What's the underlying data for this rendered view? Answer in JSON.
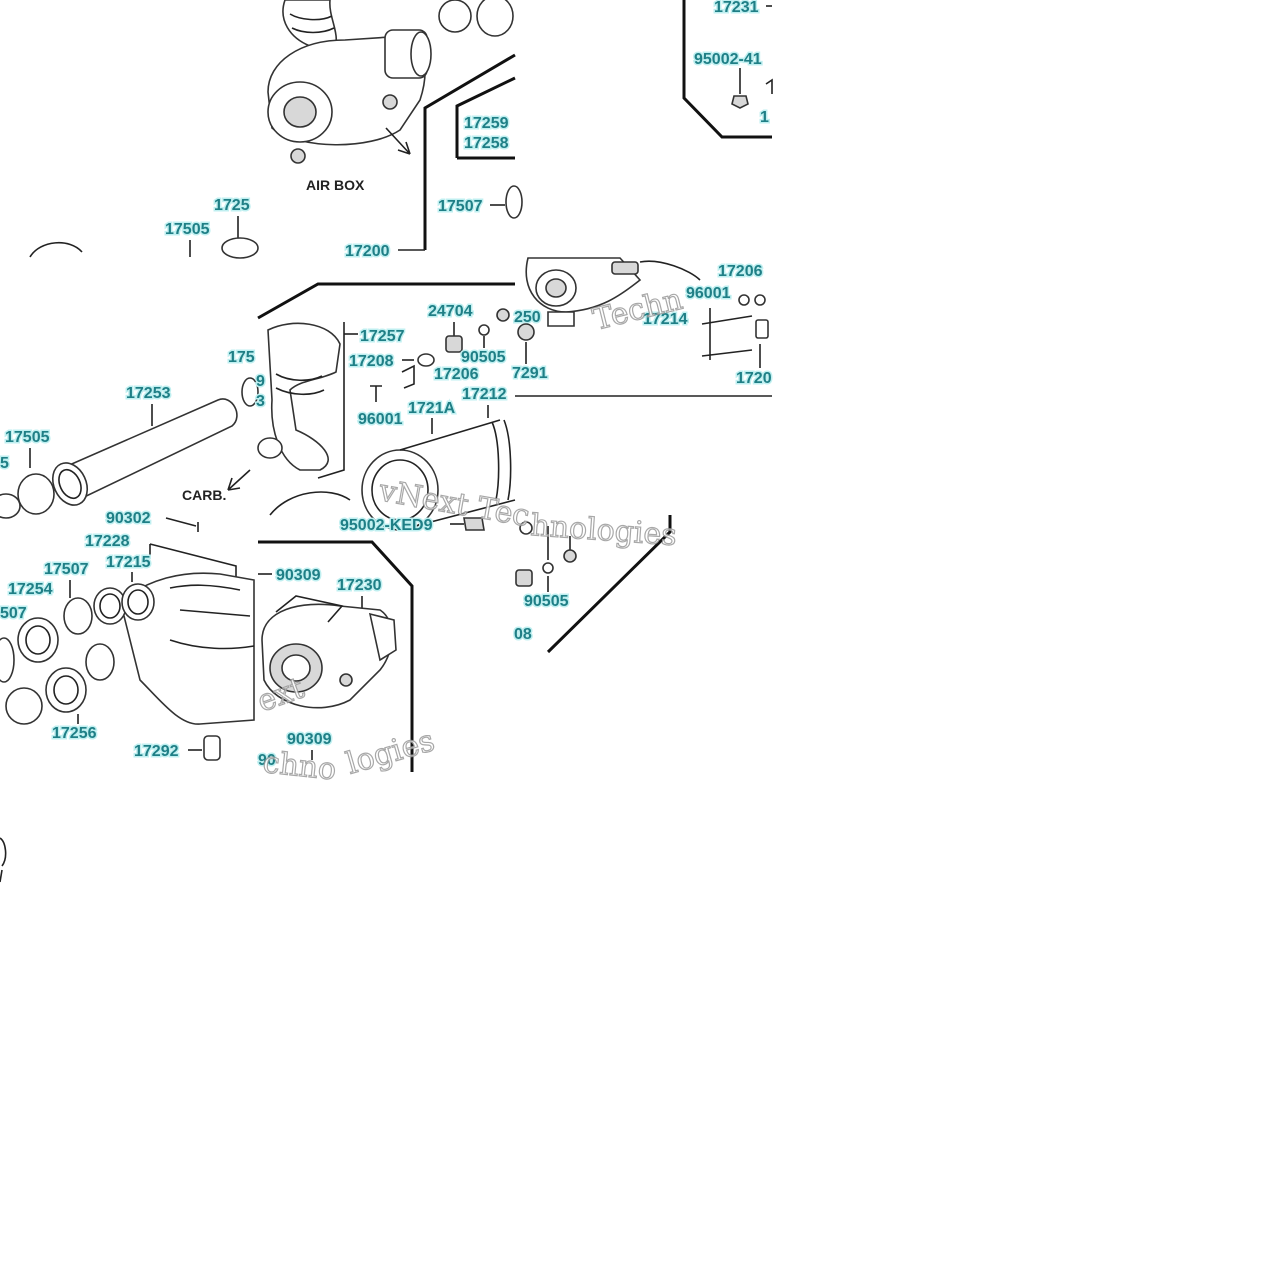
{
  "colors": {
    "label": "#1f7f86",
    "label_halo": "#bfeff0",
    "line": "#222222"
  },
  "captions": {
    "air_box": "AIR BOX",
    "carb": "CARB."
  },
  "watermark": {
    "w1": "vNext Tec",
    "w2": "Techn",
    "w3": "hnologies",
    "w4": "ext",
    "w5": "logies",
    "w6": "chno"
  },
  "labels": {
    "t0": "17231",
    "t1": "95002-41",
    "t2": "1",
    "t3": "17259",
    "t4": "17258",
    "t5": "17507",
    "t6": "17200",
    "t7": "17505",
    "t8": "1725",
    "t9": "17257",
    "t10": "24704",
    "t11": "250",
    "t12": "17208",
    "t13": "90505",
    "t14": "17206",
    "t15": "7291",
    "t16": "96001",
    "t17": "1721A",
    "t18": "17212",
    "t19": "17206",
    "t20": "96001",
    "t21": "17214",
    "t22": "1720",
    "t23": "17253",
    "t24": "175",
    "t25": "17505",
    "t26": "5",
    "t27": "9",
    "t28": "3",
    "t29": "90302",
    "t30": "17228",
    "t31": "17215",
    "t32": "17507",
    "t33": "17254",
    "t34": "507",
    "t35": "17256",
    "t36": "17292",
    "t37": "95002-KED9",
    "t38": "90309",
    "t39": "17230",
    "t40": "90309",
    "t41": "90505",
    "t42": "08",
    "t43": "90"
  }
}
